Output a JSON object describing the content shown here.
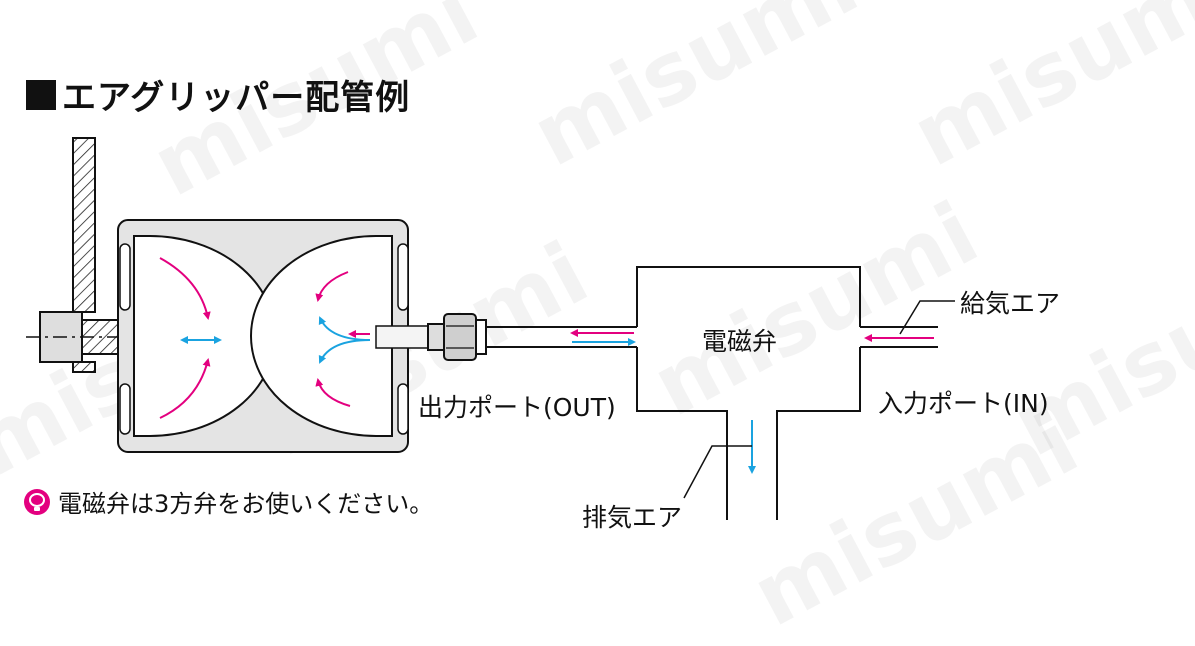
{
  "title": "エアグリッパー配管例",
  "labels": {
    "valve": "電磁弁",
    "supply_air": "給気エア",
    "out_port": "出力ポート(OUT)",
    "in_port": "入力ポート(IN)",
    "exhaust_air": "排気エア"
  },
  "note": "電磁弁は3方弁をお使いください。",
  "watermark": "misumi",
  "colors": {
    "supply_flow": "#e3007f",
    "release_flow": "#1aa3e0",
    "body_fill": "#e6e6e6",
    "line": "#111111"
  }
}
